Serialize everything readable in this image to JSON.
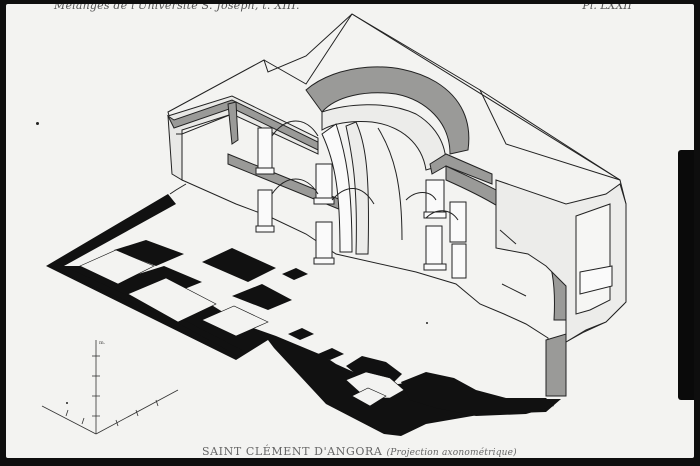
{
  "plate": {
    "header_left": "Mélanges de l'Université S. Joseph, t. XIII.",
    "header_right": "Pl. LXXII",
    "caption_title": "SAINT CLÉMENT D'ANGORA",
    "caption_sub": "(Projection axonométrique)"
  },
  "scale": {
    "unit_label": "m."
  }
}
